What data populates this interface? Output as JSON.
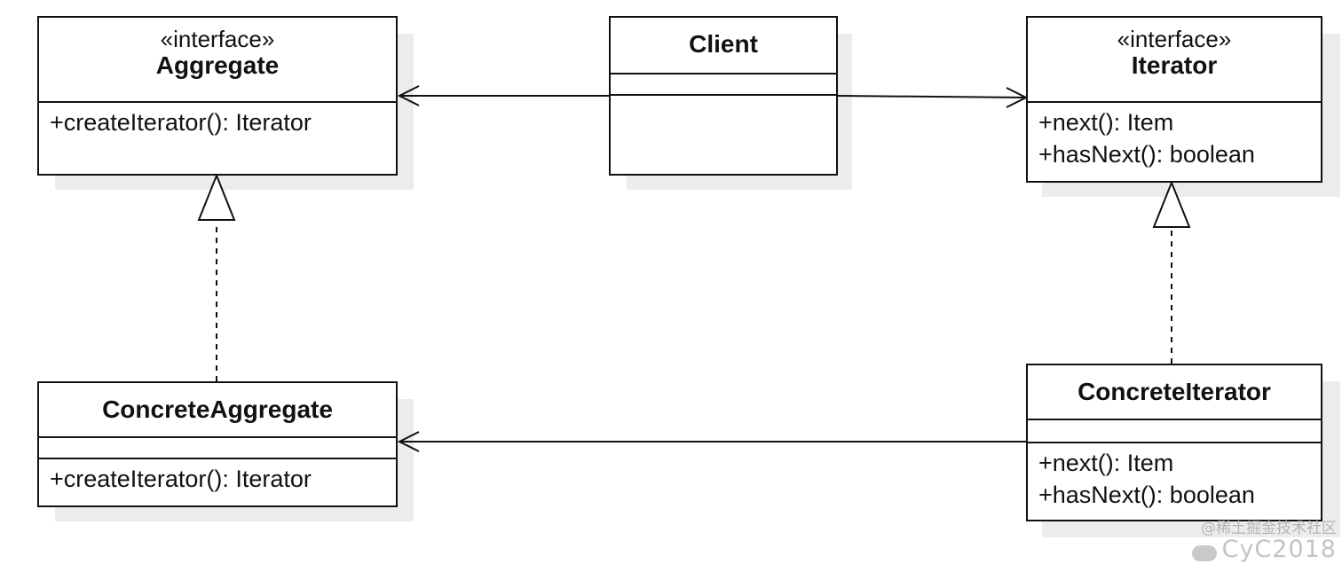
{
  "classes": {
    "aggregate": {
      "stereotype": "«interface»",
      "name": "Aggregate",
      "operations": [
        "+createIterator(): Iterator"
      ]
    },
    "client": {
      "name": "Client"
    },
    "iterator": {
      "stereotype": "«interface»",
      "name": "Iterator",
      "operations": [
        "+next(): Item",
        "+hasNext(): boolean"
      ]
    },
    "concrete_aggregate": {
      "name": "ConcreteAggregate",
      "operations": [
        "+createIterator(): Iterator"
      ]
    },
    "concrete_iterator": {
      "name": "ConcreteIterator",
      "operations": [
        "+next(): Item",
        "+hasNext(): boolean"
      ]
    }
  },
  "relations": [
    {
      "type": "association",
      "from": "Client",
      "to": "Aggregate"
    },
    {
      "type": "association",
      "from": "Client",
      "to": "Iterator"
    },
    {
      "type": "realization",
      "from": "ConcreteAggregate",
      "to": "Aggregate"
    },
    {
      "type": "realization",
      "from": "ConcreteIterator",
      "to": "Iterator"
    },
    {
      "type": "association",
      "from": "ConcreteIterator",
      "to": "ConcreteAggregate"
    }
  ],
  "watermark": {
    "text": "@稀土掘金技术社区",
    "handle": "CyC2018"
  },
  "colors": {
    "line": "#111111",
    "shadow": "#ececec",
    "watermark": "#b5b5b5"
  }
}
